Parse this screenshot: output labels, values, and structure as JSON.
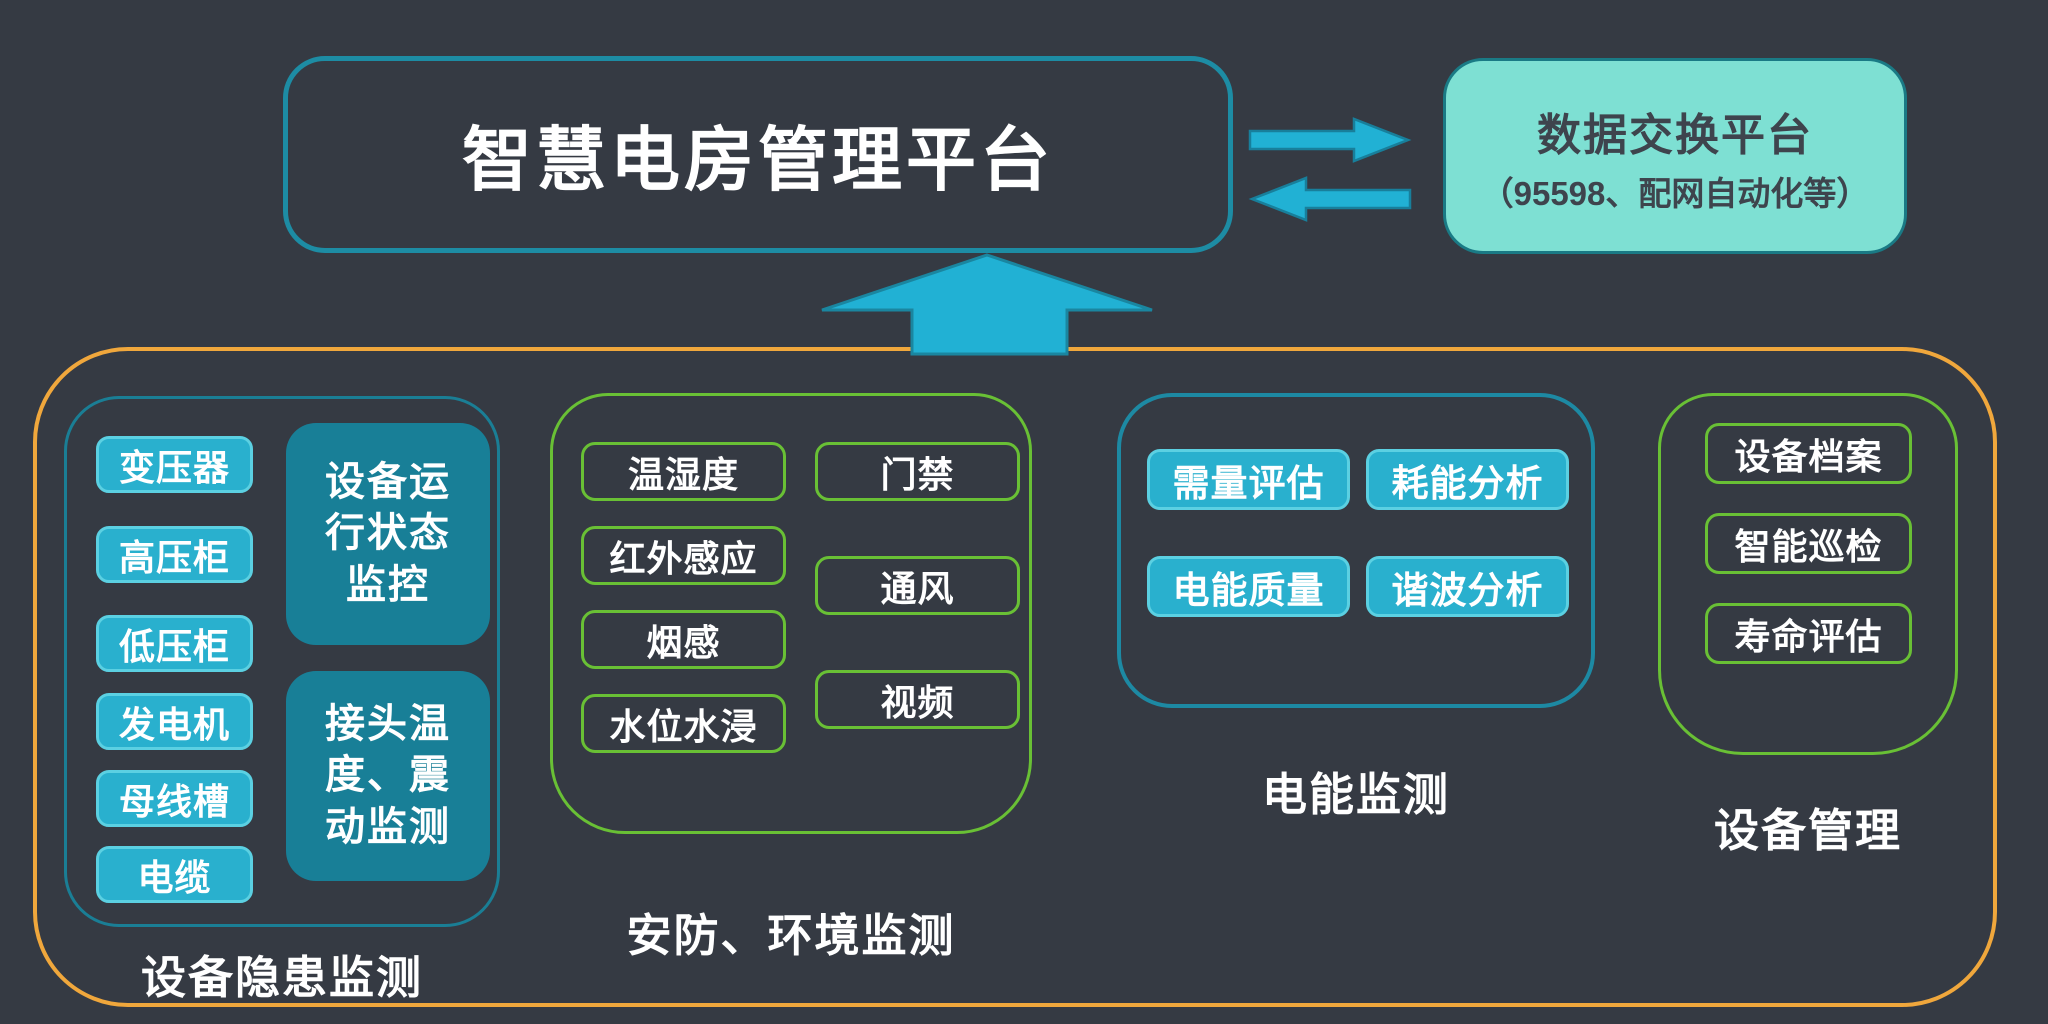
{
  "diagram": {
    "title_box": {
      "label": "智慧电房管理平台"
    },
    "data_exchange_box": {
      "title": "数据交换平台",
      "subtitle": "（95598、配网自动化等）"
    },
    "groups": {
      "hazard": {
        "label": "设备隐患监测",
        "items": [
          "变压器",
          "高压柜",
          "低压柜",
          "发电机",
          "母线槽",
          "电缆"
        ],
        "panels": [
          {
            "lines": [
              "设备运",
              "行状态",
              "监控"
            ]
          },
          {
            "lines": [
              "接头温",
              "度、震",
              "动监测"
            ]
          }
        ]
      },
      "security_env": {
        "label": "安防、环境监测",
        "left_items": [
          "温湿度",
          "红外感应",
          "烟感",
          "水位水浸"
        ],
        "right_items": [
          "门禁",
          "通风",
          "视频"
        ]
      },
      "power": {
        "label": "电能监测",
        "items": [
          "需量评估",
          "耗能分析",
          "电能质量",
          "谐波分析"
        ]
      },
      "device_mgmt": {
        "label": "设备管理",
        "items": [
          "设备档案",
          "智能巡检",
          "寿命评估"
        ]
      }
    },
    "colors": {
      "background": "#353a43",
      "title_border_teal": "#1d8ca4",
      "exchange_fill_mint": "#7ee0d3",
      "arrow_cyan": "#21b1d4",
      "arrow_outline": "#187f9b",
      "frame_orange": "#f0a73c",
      "group_teal_border": "#1a7e95",
      "button_cyan_fill": "#29b0ce",
      "button_cyan_border": "#5bd0e2",
      "panel_teal_fill": "#187f97",
      "group_green_border": "#69c035",
      "exchange_text": "#3e444d",
      "text_white": "#ffffff"
    }
  }
}
